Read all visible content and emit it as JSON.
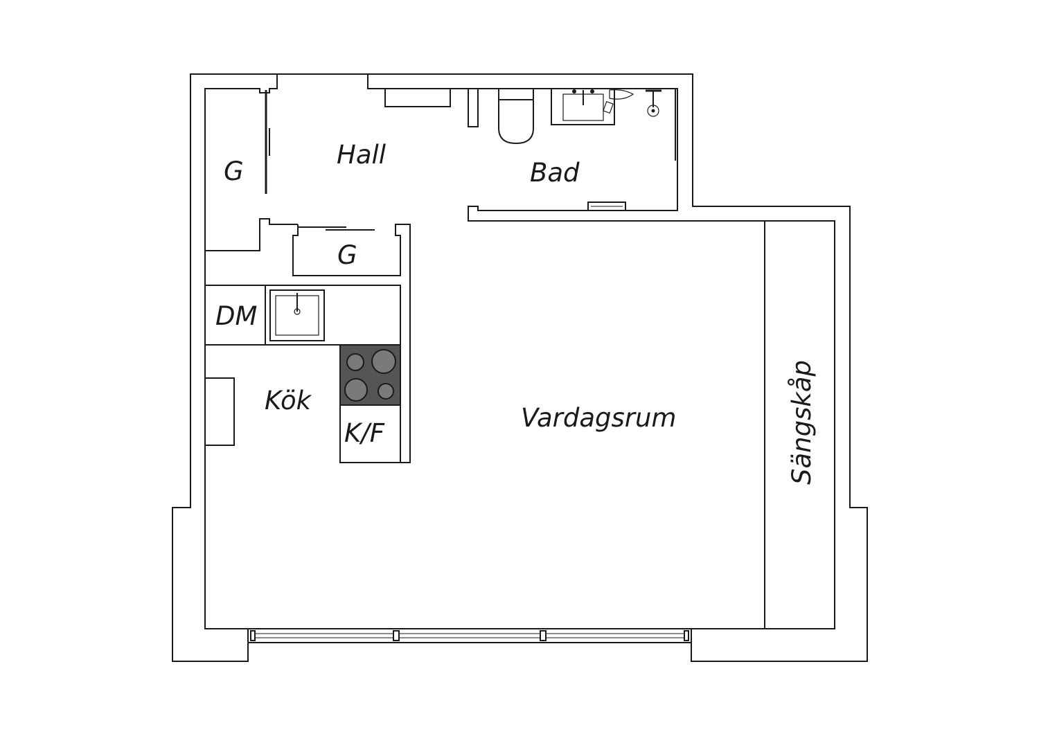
{
  "rooms": {
    "hall": "Hall",
    "bad": "Bad",
    "garderob_1": "G",
    "garderob_2": "G",
    "diskmaskin": "DM",
    "kok": "Kök",
    "kyl_frys": "K/F",
    "vardagsrum": "Vardagsrum",
    "sangskap": "Sängskåp"
  },
  "colors": {
    "line": "#1a1a1a",
    "stove": "#555555",
    "burner": "#7a7a7a"
  }
}
